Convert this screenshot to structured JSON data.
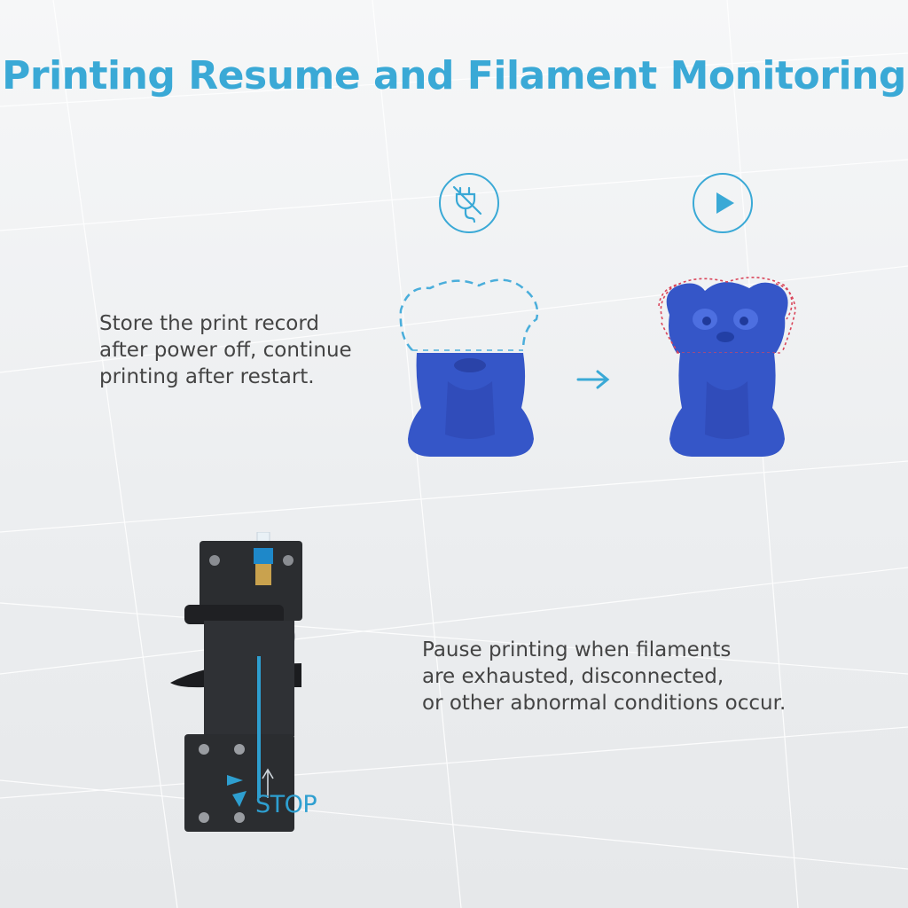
{
  "title": "Printing Resume and Filament Monitoring",
  "feature_resume": {
    "lines": [
      "Store the print record",
      "after power off, continue",
      "printing after restart."
    ]
  },
  "feature_monitor": {
    "lines": [
      "Pause printing when filaments",
      "are exhausted, disconnected,",
      "or other abnormal conditions occur."
    ]
  },
  "stop_label": "STOP",
  "icons": {
    "power_off": "no-power-plug-icon",
    "resume": "play-icon",
    "transition": "arrow-right-icon"
  },
  "colors": {
    "accent": "#3aa9d6",
    "model_blue": "#3556c8",
    "outline_red": "#d9455a",
    "extruder_black": "#2b2d30"
  }
}
